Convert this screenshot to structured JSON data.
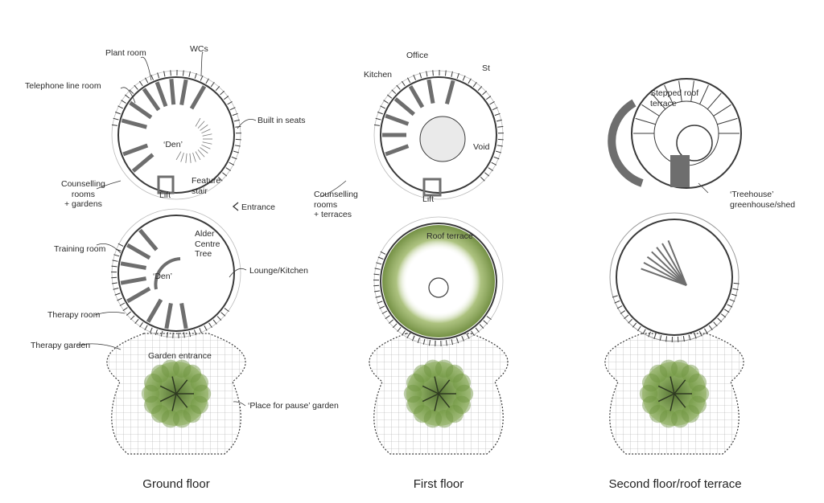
{
  "plans": [
    {
      "caption": "Ground floor",
      "labels": {
        "plant_room": "Plant room",
        "wcs": "WCs",
        "telephone_line_room": "Telephone line room",
        "built_in_seats": "Built in seats",
        "den_upper": "‘Den’",
        "counselling_rooms": "Counselling\nrooms\n+ gardens",
        "feature_stair": "Feature\nstair",
        "lift": "Lift",
        "entrance": "Entrance",
        "alder_tree": "Alder\nCentre\nTree",
        "training_room": "Training room",
        "den_lower": "‘Den’",
        "lounge_kitchen": "Lounge/Kitchen",
        "therapy_room": "Therapy room",
        "therapy_garden": "Therapy garden",
        "garden_entrance": "Garden entrance",
        "place_for_pause": "‘Place for pause’ garden"
      }
    },
    {
      "caption": "First floor",
      "labels": {
        "office": "Office",
        "st": "St",
        "kitchen": "Kitchen",
        "void": "Void",
        "counselling_rooms": "Counselling\nrooms\n+ terraces",
        "lift": "Lift",
        "roof_terrace": "Roof terrace"
      }
    },
    {
      "caption": "Second floor/roof terrace",
      "labels": {
        "stepped_roof_terrace": "Stepped roof\nterrace",
        "treehouse": "‘Treehouse’\ngreenhouse/shed"
      }
    }
  ],
  "colors": {
    "line": "#3a3a3a",
    "wall": "#6e6e6e",
    "grid": "#9a9a9a",
    "roof_green": "#7e9a4a",
    "tree_green": "#6f9440"
  }
}
